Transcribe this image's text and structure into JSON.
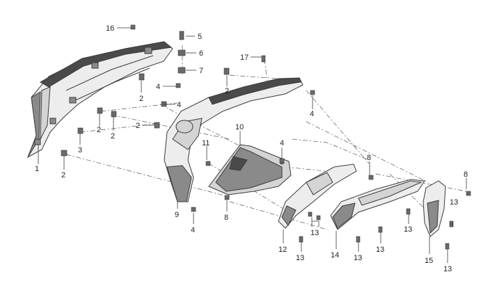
{
  "callouts": {
    "c1": "1",
    "c2": "2",
    "c3": "3",
    "c4": "4",
    "c5": "5",
    "c6": "6",
    "c7": "7",
    "c8": "8",
    "c9": "9",
    "c10": "10",
    "c11": "11",
    "c12": "12",
    "c13": "13",
    "c14": "14",
    "c15": "15",
    "c16": "16",
    "c17": "17"
  },
  "colors": {
    "line": "#3a3a3a",
    "panel_fill": "#ededed",
    "shadow_fill": "#8a8a8a"
  }
}
